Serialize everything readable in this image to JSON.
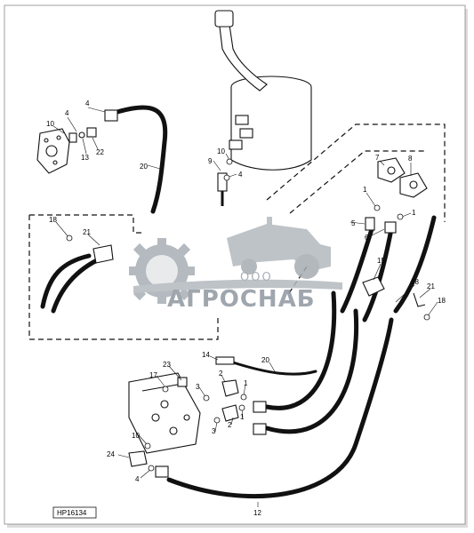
{
  "diagram": {
    "code": "HP16134",
    "callouts": [
      {
        "id": "c-10a",
        "text": "10"
      },
      {
        "id": "c-4a",
        "text": "4"
      },
      {
        "id": "c-4b",
        "text": "4"
      },
      {
        "id": "c-13",
        "text": "13"
      },
      {
        "id": "c-22",
        "text": "22"
      },
      {
        "id": "c-20a",
        "text": "20"
      },
      {
        "id": "c-9",
        "text": "9"
      },
      {
        "id": "c-10b",
        "text": "10"
      },
      {
        "id": "c-4c",
        "text": "4"
      },
      {
        "id": "c-7",
        "text": "7"
      },
      {
        "id": "c-8",
        "text": "8"
      },
      {
        "id": "c-1a",
        "text": "1"
      },
      {
        "id": "c-1b",
        "text": "1"
      },
      {
        "id": "c-5",
        "text": "5"
      },
      {
        "id": "c-6",
        "text": "6"
      },
      {
        "id": "c-18a",
        "text": "18"
      },
      {
        "id": "c-21a",
        "text": "21"
      },
      {
        "id": "c-15",
        "text": "15"
      },
      {
        "id": "c-18b",
        "text": "18"
      },
      {
        "id": "c-21b",
        "text": "21"
      },
      {
        "id": "c-18c",
        "text": "18"
      },
      {
        "id": "c-14",
        "text": "14"
      },
      {
        "id": "c-20b",
        "text": "20"
      },
      {
        "id": "c-23",
        "text": "23"
      },
      {
        "id": "c-17",
        "text": "17"
      },
      {
        "id": "c-2a",
        "text": "2"
      },
      {
        "id": "c-1c",
        "text": "1"
      },
      {
        "id": "c-3a",
        "text": "3"
      },
      {
        "id": "c-3b",
        "text": "3"
      },
      {
        "id": "c-2b",
        "text": "2"
      },
      {
        "id": "c-1d",
        "text": "1"
      },
      {
        "id": "c-10c",
        "text": "10"
      },
      {
        "id": "c-24",
        "text": "24"
      },
      {
        "id": "c-4d",
        "text": "4"
      },
      {
        "id": "c-12",
        "text": "12"
      }
    ]
  },
  "watermark": {
    "company_prefix": "ООО",
    "company_name": "АГРОСНАБ"
  }
}
